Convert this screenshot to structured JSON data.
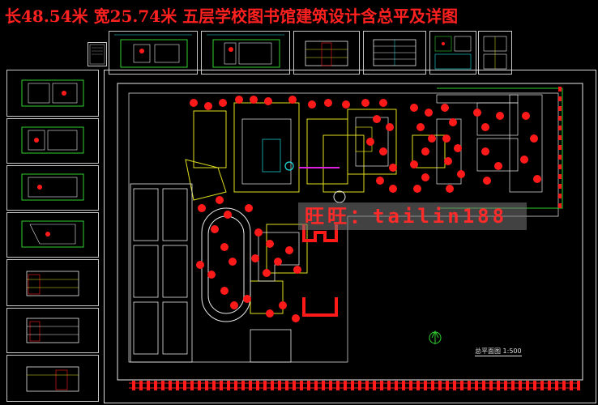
{
  "title": "长48.54米 宽25.74米 五层学校图书馆建筑设计含总平及详图",
  "watermark": "旺旺：tailin188",
  "plan_label": "总平面图 1:500",
  "colors": {
    "title": "#ff2020",
    "line_white": "#e8e8e8",
    "line_yellow": "#e0e020",
    "line_cyan": "#20e0e0",
    "tree_red": "#ff1a1a",
    "line_green": "#30d030",
    "line_magenta": "#e020e0"
  },
  "thumbnails": {
    "top": [
      "floor-plan",
      "floor-plan",
      "floor-plan",
      "elevation",
      "section",
      "detail",
      "detail"
    ],
    "left": [
      "floor-plan",
      "floor-plan",
      "floor-plan",
      "floor-plan",
      "elevation",
      "elevation",
      "elevation"
    ]
  }
}
